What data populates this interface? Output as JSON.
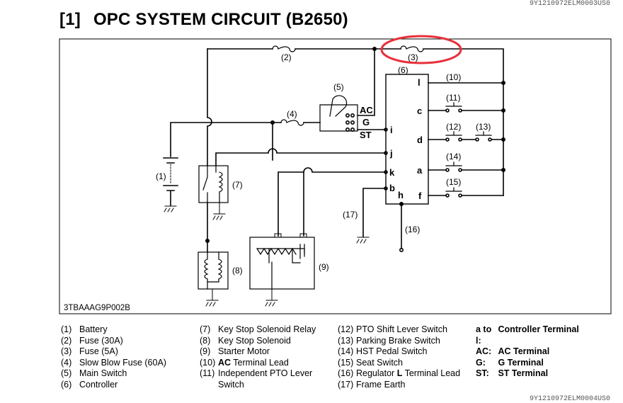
{
  "page": {
    "code_top": "9Y1210972ELM0003US0",
    "code_bottom": "9Y1210972ELM0004US0",
    "section_number": "[1]",
    "section_title": "OPC SYSTEM CIRCUIT (B2650)"
  },
  "diagram": {
    "figure_id": "3TBAAAG9P002B",
    "callouts": {
      "c1": "(1)",
      "c2": "(2)",
      "c3": "(3)",
      "c4": "(4)",
      "c5": "(5)",
      "c6": "(6)",
      "c7": "(7)",
      "c8": "(8)",
      "c9": "(9)",
      "c10": "(10)",
      "c11": "(11)",
      "c12": "(12)",
      "c13": "(13)",
      "c14": "(14)",
      "c15": "(15)",
      "c16": "(16)",
      "c17": "(17)"
    },
    "switch_terminals": {
      "ac": "AC",
      "g": "G",
      "st": "ST"
    },
    "controller_terminals": {
      "i": "i",
      "j": "j",
      "k": "k",
      "b": "b",
      "h": "h",
      "l": "l",
      "c": "c",
      "d": "d",
      "a": "a",
      "f": "f"
    },
    "highlight_color": "#e8303a"
  },
  "legend": {
    "col1": [
      {
        "num": "(1)",
        "text": "Battery"
      },
      {
        "num": "(2)",
        "text": "Fuse (30A)"
      },
      {
        "num": "(3)",
        "text": "Fuse (5A)"
      },
      {
        "num": "(4)",
        "text": "Slow Blow Fuse (60A)"
      },
      {
        "num": "(5)",
        "text": "Main Switch"
      },
      {
        "num": "(6)",
        "text": "Controller"
      }
    ],
    "col2": [
      {
        "num": "(7)",
        "text": "Key Stop Solenoid Relay"
      },
      {
        "num": "(8)",
        "text": "Key Stop Solenoid"
      },
      {
        "num": "(9)",
        "text": "Starter Motor"
      },
      {
        "num": "(10)",
        "pre": "",
        "bold": "AC",
        "post": " Terminal Lead"
      },
      {
        "num": "(11)",
        "text": "Independent PTO Lever",
        "cont": "Switch"
      }
    ],
    "col3": [
      {
        "num": "(12)",
        "text": "PTO Shift Lever Switch"
      },
      {
        "num": "(13)",
        "text": "Parking Brake Switch"
      },
      {
        "num": "(14)",
        "text": "HST Pedal Switch"
      },
      {
        "num": "(15)",
        "text": "Seat Switch"
      },
      {
        "num": "(16)",
        "pre": "Regulator ",
        "bold": "L",
        "post": " Terminal Lead"
      },
      {
        "num": "(17)",
        "text": "Frame Earth"
      }
    ],
    "col4": [
      {
        "key": "a to l:",
        "text": "Controller Terminal"
      },
      {
        "key": "AC:",
        "text": "AC Terminal"
      },
      {
        "key": "G:",
        "text": "G Terminal"
      },
      {
        "key": "ST:",
        "text": "ST Terminal"
      }
    ]
  }
}
